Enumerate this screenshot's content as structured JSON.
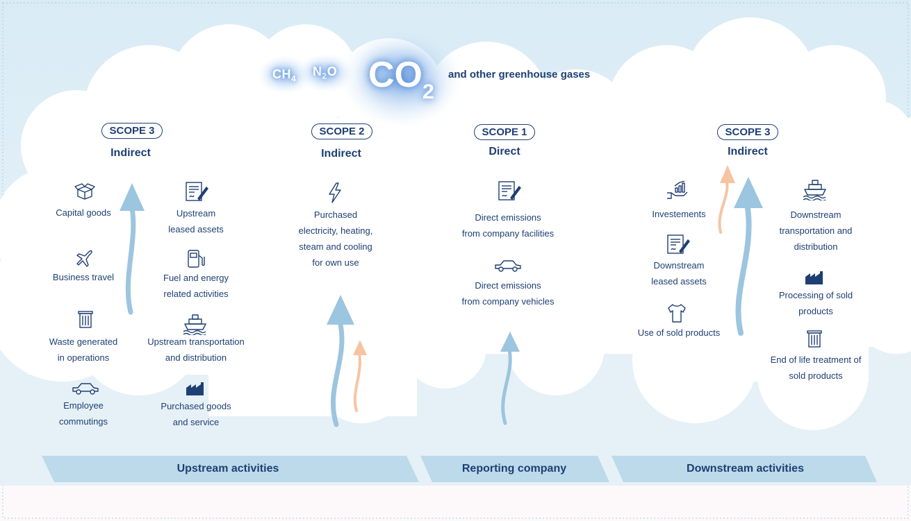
{
  "gases": {
    "ch4": "CH",
    "ch4_sub": "4",
    "n2o_a": "N",
    "n2o_sub": "2",
    "n2o_b": "O",
    "co2": "CO",
    "co2_sub": "2",
    "other": "and other greenhouse gases"
  },
  "scopes": {
    "left": {
      "badge": "SCOPE 3",
      "type": "Indirect"
    },
    "mid": {
      "badge": "SCOPE 2",
      "type": "Indirect"
    },
    "direct": {
      "badge": "SCOPE 1",
      "type": "Direct"
    },
    "right": {
      "badge": "SCOPE 3",
      "type": "Indirect"
    }
  },
  "upstream": {
    "capital_goods": [
      "Capital goods"
    ],
    "business_travel": [
      "Business travel"
    ],
    "waste": [
      "Waste generated",
      "in operations"
    ],
    "employee": [
      "Employee",
      "commutings"
    ],
    "leased_assets": [
      "Upstream",
      "leased assets"
    ],
    "fuel": [
      "Fuel and energy",
      "related activities"
    ],
    "transport": [
      "Upstream transportation",
      "and distribution"
    ],
    "purchased_goods": [
      "Purchased goods",
      "and service"
    ]
  },
  "scope2": {
    "purchased_energy": [
      "Purchased",
      "electricity, heating,",
      "steam and cooling",
      "for own use"
    ]
  },
  "scope1": {
    "facilities": [
      "Direct emissions",
      "from company facilities"
    ],
    "vehicles": [
      "Direct emissions",
      "from company vehicles"
    ]
  },
  "downstream": {
    "investments": [
      "Investements"
    ],
    "leased_assets": [
      "Downstream",
      "leased assets"
    ],
    "use_of_sold": [
      "Use of sold products"
    ],
    "transport": [
      "Downstream",
      "transportation and",
      "distribution"
    ],
    "processing": [
      "Processing of sold",
      "products"
    ],
    "end_of_life": [
      "End of life treatment of",
      "sold products"
    ]
  },
  "bands": {
    "upstream": "Upstream activities",
    "reporting": "Reporting company",
    "downstream": "Downstream activities"
  },
  "colors": {
    "navy": "#1e3f73",
    "arrow_blue": "#9cc5df",
    "arrow_peach": "#f6c4a2",
    "band": "#bcdaea",
    "sky": "#e2f0f7"
  }
}
